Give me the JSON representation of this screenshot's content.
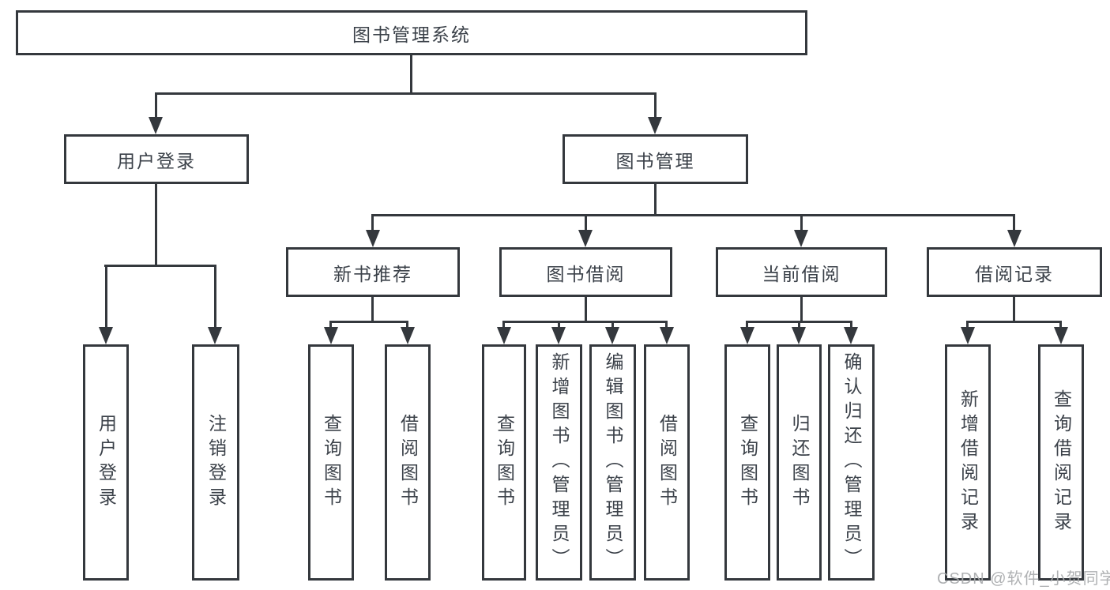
{
  "colors": {
    "line": "#34383d",
    "text": "#3b4149",
    "watermark": "#a9abad",
    "background": "#ffffff"
  },
  "diagram": {
    "root": {
      "label": "图书管理系统"
    },
    "level2": {
      "user_login": {
        "label": "用户登录"
      },
      "book_management": {
        "label": "图书管理"
      }
    },
    "level3": {
      "new_book_recommendation": {
        "label": "新书推荐"
      },
      "book_borrowing": {
        "label": "图书借阅"
      },
      "current_borrowing": {
        "label": "当前借阅"
      },
      "borrowing_records": {
        "label": "借阅记录"
      }
    },
    "leaves": {
      "user_login": [
        "用户登录",
        "注销登录"
      ],
      "new_book_recommendation": [
        "查询图书",
        "借阅图书"
      ],
      "book_borrowing": [
        "查询图书",
        "新增图书（管理员）",
        "编辑图书（管理员）",
        "借阅图书"
      ],
      "current_borrowing": [
        "查询图书",
        "归还图书",
        "确认归还（管理员）"
      ],
      "borrowing_records": [
        "新增借阅记录",
        "查询借阅记录"
      ]
    }
  },
  "watermark": {
    "text": "CSDN @软件_小贺同学"
  }
}
